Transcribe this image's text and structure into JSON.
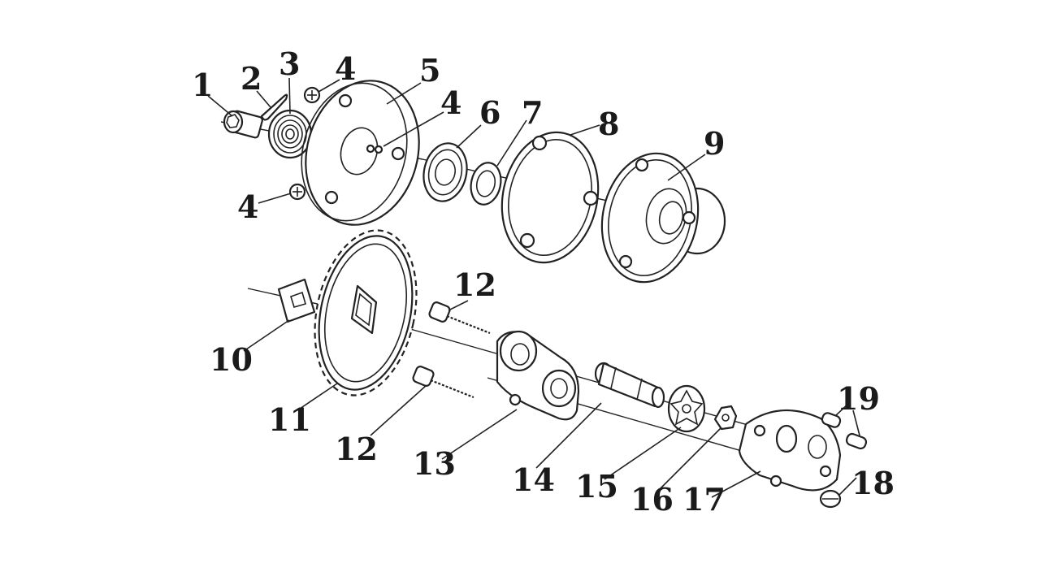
{
  "diagram": {
    "callouts": [
      {
        "id": "c1",
        "label": "1"
      },
      {
        "id": "c2",
        "label": "2"
      },
      {
        "id": "c3",
        "label": "3"
      },
      {
        "id": "c4a",
        "label": "4"
      },
      {
        "id": "c5",
        "label": "5"
      },
      {
        "id": "c4b",
        "label": "4"
      },
      {
        "id": "c6",
        "label": "6"
      },
      {
        "id": "c7",
        "label": "7"
      },
      {
        "id": "c8",
        "label": "8"
      },
      {
        "id": "c9",
        "label": "9"
      },
      {
        "id": "c4c",
        "label": "4"
      },
      {
        "id": "c12a",
        "label": "12"
      },
      {
        "id": "c10",
        "label": "10"
      },
      {
        "id": "c11",
        "label": "11"
      },
      {
        "id": "c12b",
        "label": "12"
      },
      {
        "id": "c13",
        "label": "13"
      },
      {
        "id": "c14",
        "label": "14"
      },
      {
        "id": "c15",
        "label": "15"
      },
      {
        "id": "c16",
        "label": "16"
      },
      {
        "id": "c17",
        "label": "17"
      },
      {
        "id": "c18",
        "label": "18"
      },
      {
        "id": "c19",
        "label": "19"
      }
    ]
  }
}
